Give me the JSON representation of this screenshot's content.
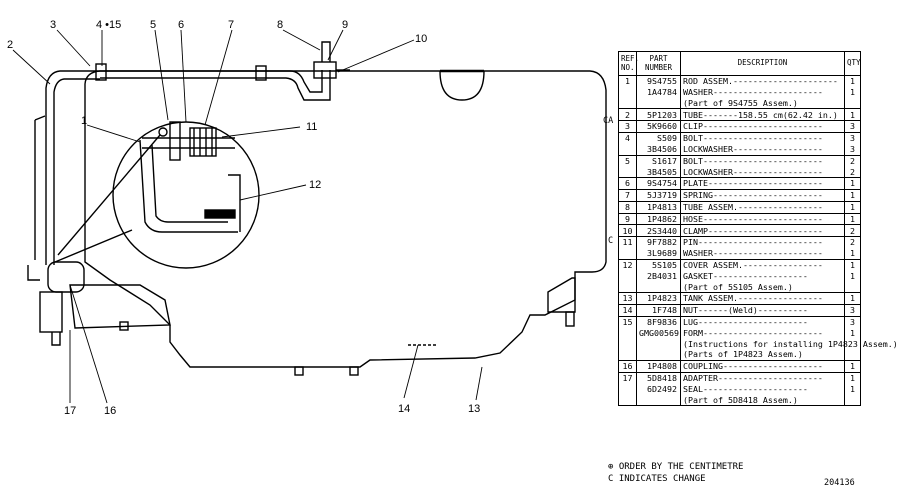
{
  "callouts": [
    {
      "id": "c1",
      "label": "1"
    },
    {
      "id": "c2",
      "label": "2"
    },
    {
      "id": "c3",
      "label": "3"
    },
    {
      "id": "c4",
      "label": "4 •15"
    },
    {
      "id": "c5",
      "label": "5"
    },
    {
      "id": "c6",
      "label": "6"
    },
    {
      "id": "c7",
      "label": "7"
    },
    {
      "id": "c8",
      "label": "8"
    },
    {
      "id": "c9",
      "label": "9"
    },
    {
      "id": "c10",
      "label": "10"
    },
    {
      "id": "c11",
      "label": "11"
    },
    {
      "id": "c12",
      "label": "12"
    },
    {
      "id": "c13",
      "label": "13"
    },
    {
      "id": "c14",
      "label": "14"
    },
    {
      "id": "c16",
      "label": "16"
    },
    {
      "id": "c17",
      "label": "17"
    }
  ],
  "table": {
    "headers": {
      "ref": "REF. NO.",
      "part": "PART NUMBER",
      "desc": "DESCRIPTION",
      "qty": "QTY"
    },
    "rows": [
      {
        "ref": "1",
        "part": "9S4755",
        "desc": "ROD ASSEM.---------------------",
        "qty": "1",
        "sep": true
      },
      {
        "ref": "",
        "part": "1A4784",
        "desc": "   WASHER----------------------",
        "qty": "1"
      },
      {
        "ref": "",
        "part": "",
        "desc": "      (Part of 9S4755 Assem.)",
        "qty": ""
      },
      {
        "ref": "2",
        "part": "5P1203",
        "desc": "TUBE-------158.55 cm(62.42 in.)",
        "qty": "1",
        "sep": true
      },
      {
        "ref": "3",
        "part": "5K9660",
        "desc": "CLIP------------------------",
        "qty": "3",
        "sep": true
      },
      {
        "ref": "4",
        "part": "S509",
        "desc": "BOLT------------------------",
        "qty": "3",
        "sep": true
      },
      {
        "ref": "",
        "part": "3B4506",
        "desc": "LOCKWASHER------------------",
        "qty": "3"
      },
      {
        "ref": "5",
        "part": "S1617",
        "desc": "BOLT------------------------",
        "qty": "2",
        "sep": true
      },
      {
        "ref": "",
        "part": "3B4505",
        "desc": "LOCKWASHER------------------",
        "qty": "2"
      },
      {
        "ref": "6",
        "part": "9S4754",
        "desc": "PLATE-----------------------",
        "qty": "1",
        "sep": true
      },
      {
        "ref": "7",
        "part": "5J3719",
        "desc": "SPRING----------------------",
        "qty": "1",
        "sep": true
      },
      {
        "ref": "8",
        "part": "1P4813",
        "desc": "TUBE ASSEM.-----------------",
        "qty": "1",
        "sep": true
      },
      {
        "ref": "9",
        "part": "1P4862",
        "desc": "HOSE------------------------",
        "qty": "1",
        "sep": true
      },
      {
        "ref": "10",
        "part": "2S3440",
        "desc": "CLAMP-----------------------",
        "qty": "2",
        "sep": true
      },
      {
        "ref": "11",
        "part": "9F7882",
        "desc": "PIN-------------------------",
        "qty": "2",
        "sep": true
      },
      {
        "ref": "",
        "part": "3L9689",
        "desc": "WASHER----------------------",
        "qty": "1"
      },
      {
        "ref": "12",
        "part": "5S105",
        "desc": "COVER ASSEM.----------------",
        "qty": "1",
        "sep": true
      },
      {
        "ref": "",
        "part": "2B4031",
        "desc": "   GASKET-------------------",
        "qty": "1"
      },
      {
        "ref": "",
        "part": "",
        "desc": "      (Part of 5S105 Assem.)",
        "qty": ""
      },
      {
        "ref": "13",
        "part": "1P4823",
        "desc": "TANK ASSEM.-----------------",
        "qty": "1",
        "sep": true
      },
      {
        "ref": "14",
        "part": "1F748",
        "desc": "   NUT------(Weld)----------",
        "qty": "3",
        "sep": true
      },
      {
        "ref": "15",
        "part": "8F9836",
        "desc": "   LUG----------------------",
        "qty": "3",
        "sep": true
      },
      {
        "ref": "",
        "part": "GMG00569",
        "desc": "FORM------------------------",
        "qty": "1"
      },
      {
        "ref": "",
        "part": "",
        "desc": "(Instructions for installing 1P4823 Assem.)",
        "qty": ""
      },
      {
        "ref": "",
        "part": "",
        "desc": "      (Parts of 1P4823 Assem.)",
        "qty": ""
      },
      {
        "ref": "16",
        "part": "1P4808",
        "desc": "COUPLING--------------------",
        "qty": "1",
        "sep": true
      },
      {
        "ref": "17",
        "part": "5D8418",
        "desc": "ADAPTER---------------------",
        "qty": "1",
        "sep": true
      },
      {
        "ref": "",
        "part": "6D2492",
        "desc": "   SEAL---------------------",
        "qty": "1"
      },
      {
        "ref": "",
        "part": "",
        "desc": "      (Part of 5D8418 Assem.)",
        "qty": ""
      }
    ]
  },
  "margin_marks": {
    "ca": "CA",
    "c": "C"
  },
  "legend": {
    "line1": "⊕ ORDER BY THE CENTIMETRE",
    "line2": "C  INDICATES CHANGE"
  },
  "figure_number": "204136"
}
